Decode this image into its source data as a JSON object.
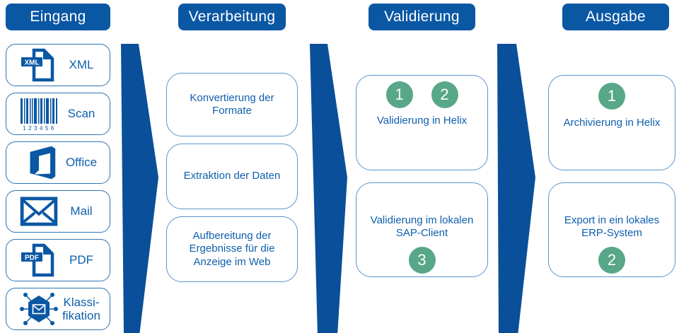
{
  "colors": {
    "header_fill": "#0A57A4",
    "arrow_fill": "#0A4F99",
    "input_box_border": "#2E74B5",
    "panel_border": "#5C94CC",
    "text_blue": "#0F5FAD",
    "badge_green": "#57A788"
  },
  "headers": [
    {
      "label": "Eingang"
    },
    {
      "label": "Verarbeitung"
    },
    {
      "label": "Validierung"
    },
    {
      "label": "Ausgabe"
    }
  ],
  "eingang": {
    "items": [
      {
        "label": "XML",
        "icon": "xml-file-icon",
        "badge": "XML"
      },
      {
        "label": "Scan",
        "icon": "barcode-icon",
        "caption": "123456"
      },
      {
        "label": "Office",
        "icon": "office-logo-icon"
      },
      {
        "label": "Mail",
        "icon": "envelope-icon"
      },
      {
        "label": "PDF",
        "icon": "pdf-file-icon",
        "badge": "PDF"
      },
      {
        "label": "Klassi-\nfikation",
        "icon": "classification-network-icon"
      }
    ]
  },
  "verarbeitung": {
    "steps": [
      {
        "label": "Konvertierung der\nFormate"
      },
      {
        "label": "Extraktion der Daten"
      },
      {
        "label": "Aufbereitung der\nErgebnisse für die\nAnzeige im Web"
      }
    ]
  },
  "validierung": {
    "boxes": [
      {
        "badges": [
          "1",
          "2"
        ],
        "label": "Validierung in Helix"
      },
      {
        "label": "Validierung im lokalen\nSAP-Client",
        "badges": [
          "3"
        ]
      }
    ]
  },
  "ausgabe": {
    "boxes": [
      {
        "badges": [
          "1"
        ],
        "label": "Archivierung in Helix"
      },
      {
        "label": "Export in ein lokales\nERP-System",
        "badges": [
          "2"
        ]
      }
    ]
  }
}
